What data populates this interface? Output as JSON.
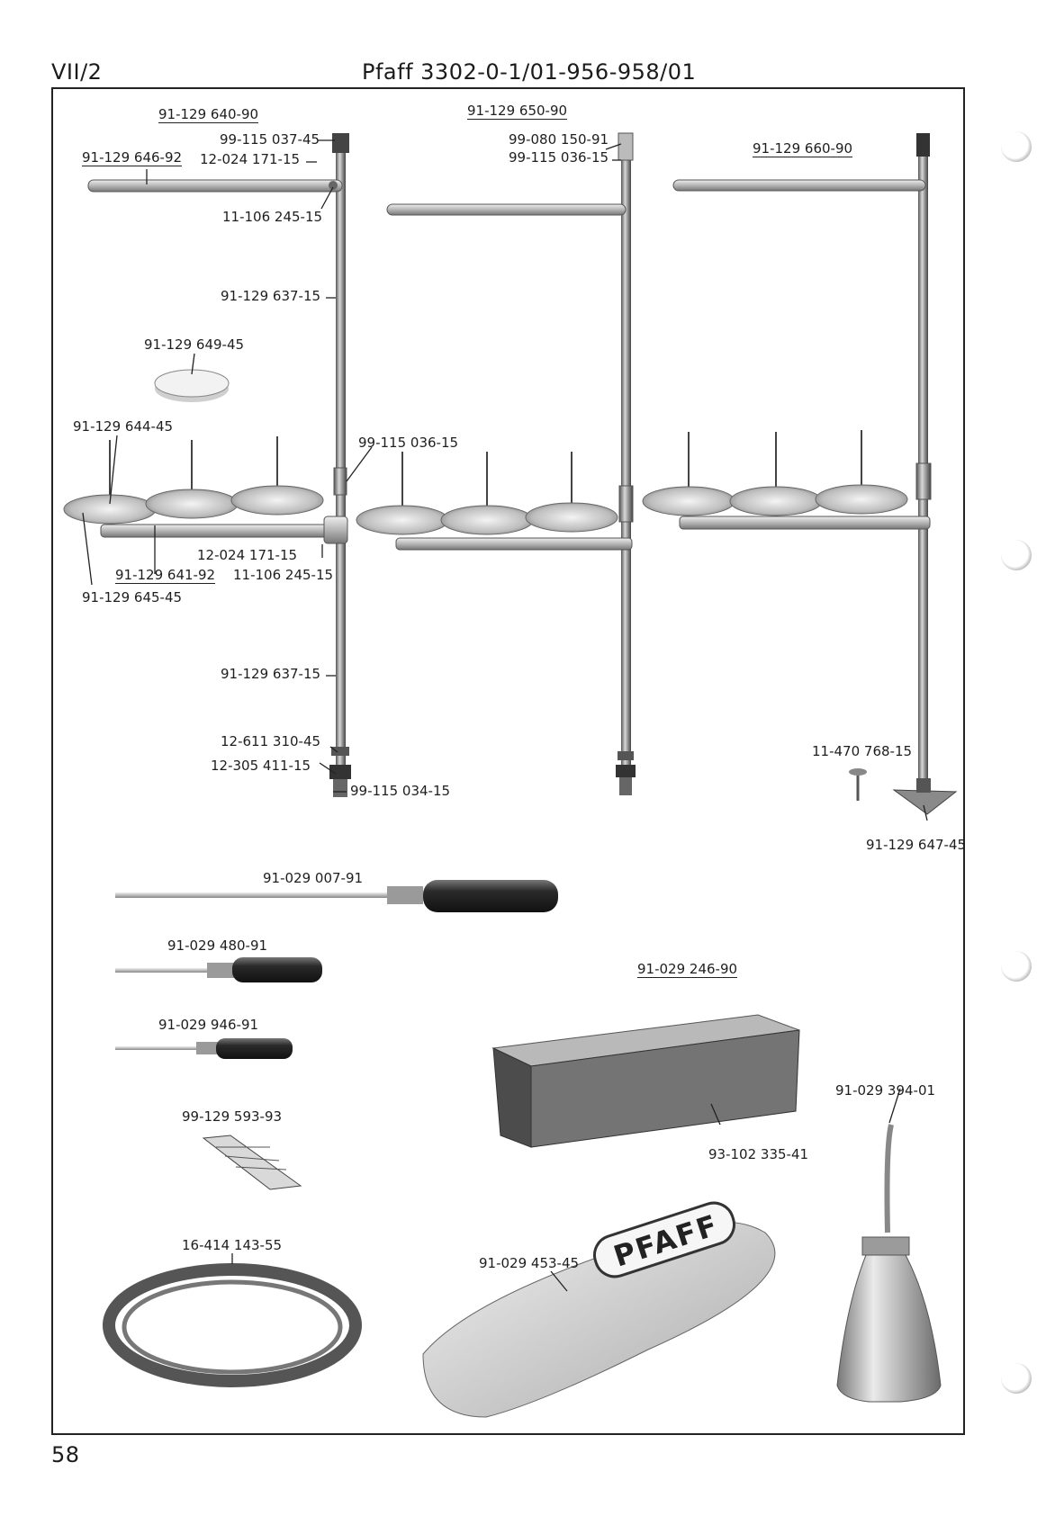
{
  "header": {
    "section": "VII/2",
    "title": "Pfaff 3302-0-1/01-956-958/01",
    "page_number": "58"
  },
  "parts": {
    "stand_a": "91-129 640-90",
    "stand_b": "91-129 650-90",
    "stand_c": "91-129 660-90",
    "arm_a": "91-129 646-92",
    "cap_a": "99-115 037-45",
    "screw_a": "12-024 171-15",
    "clamp_a": "11-106 245-15",
    "cap_b": "99-080 150-91",
    "collar_b": "99-115 036-15",
    "rod_upper": "91-129 637-15",
    "disc": "91-129 649-45",
    "pin": "91-129 644-45",
    "collar_mid": "99-115 036-15",
    "screw_mid": "12-024 171-15",
    "spool_arm": "91-129 641-92",
    "clamp_mid": "11-106 245-15",
    "spool_plate": "91-129 645-45",
    "rod_lower": "91-129 637-15",
    "washer": "12-611 310-45",
    "nut": "12-305 411-15",
    "base_nut": "99-115 034-15",
    "wood_screw": "11-470 768-15",
    "foot": "91-129 647-45",
    "screwdriver_large": "91-029 007-91",
    "screwdriver_medium": "91-029 480-91",
    "screwdriver_small": "91-029 946-91",
    "box_part": "91-029 246-90",
    "needle_pack": "99-129 593-93",
    "box_label": "93-102 335-41",
    "oiler": "91-029 394-01",
    "belt": "16-414 143-55",
    "cover": "91-029 453-45"
  },
  "cover_print": "PFAFF",
  "colors": {
    "ink": "#1e1e1e",
    "metal": "#9a9a9a",
    "box": "#6f6f6f"
  }
}
